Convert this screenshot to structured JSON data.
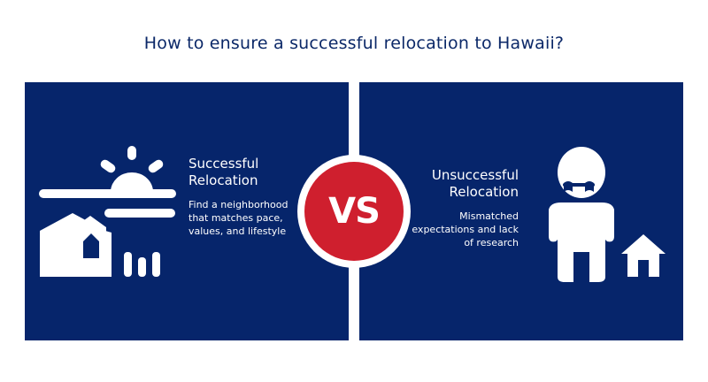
{
  "title": "How to ensure a successful relocation to Hawaii?",
  "vs_label": "VS",
  "left": {
    "heading": "Successful Relocation",
    "description": "Find a neighborhood that matches pace, values, and lifestyle",
    "icon": "sunrise-house-icon"
  },
  "right": {
    "heading": "Unsuccessful Relocation",
    "description": "Mismatched expectations and lack of research",
    "icon": "sad-person-house-icon"
  },
  "colors": {
    "panel": "#06256b",
    "accent": "#cf1f2e",
    "title": "#0b2868"
  }
}
